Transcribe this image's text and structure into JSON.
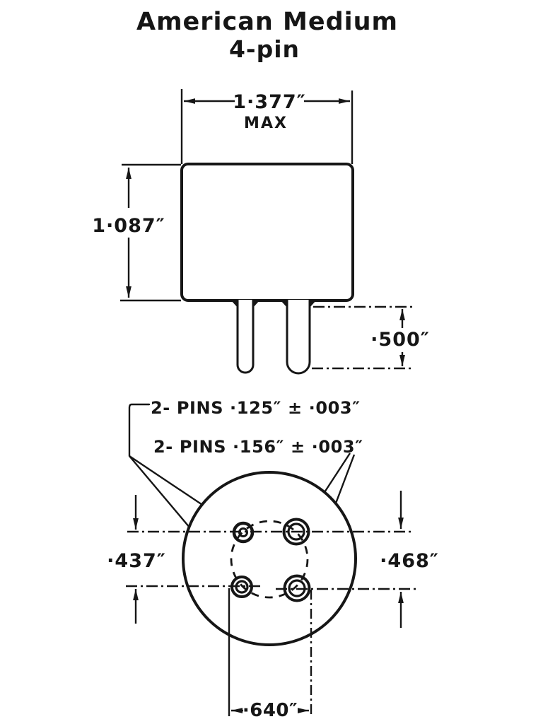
{
  "colors": {
    "ink": "#161616",
    "paper": "#ffffff"
  },
  "title": {
    "line1": "American Medium",
    "line2": "4-pin"
  },
  "side_view": {
    "width_dim": "1·377″",
    "width_dim_note": "MAX",
    "height_dim": "1·087″",
    "pin_length_dim": "·500″"
  },
  "bottom_view": {
    "small_pins_label": "2- PINS ·125″ ± ·003″",
    "large_pins_label": "2- PINS ·156″ ± ·003″",
    "row_spacing_left_dim": "·437″",
    "row_spacing_right_dim": "·468″",
    "pin_spacing_bottom_dim": "·640″"
  }
}
